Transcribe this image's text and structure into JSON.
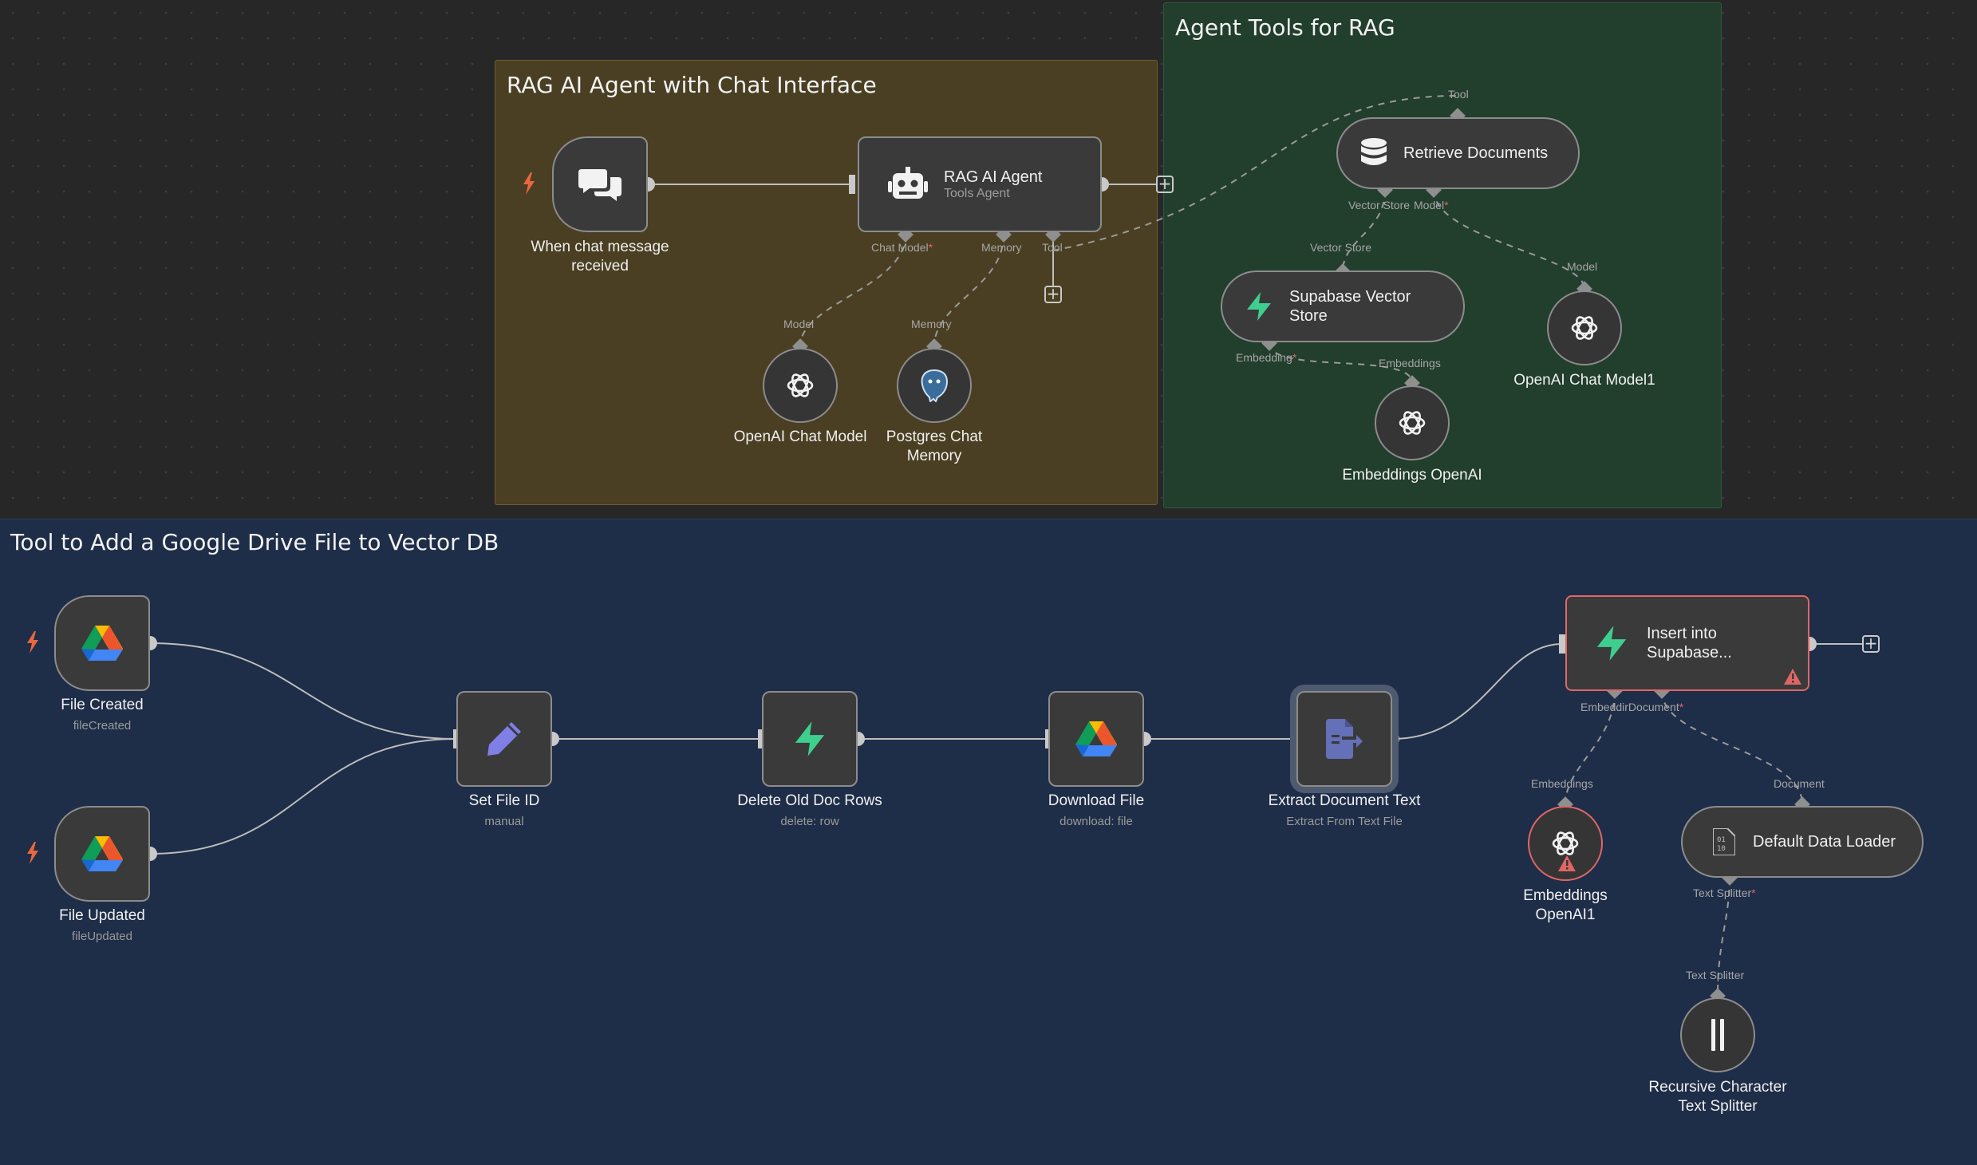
{
  "stickies": {
    "rag_agent": "RAG AI Agent with Chat Interface",
    "agent_tools": "Agent Tools for RAG",
    "gdrive_tool": "Tool to Add a Google Drive File to Vector DB"
  },
  "nodes": {
    "chat_trigger": {
      "label_line1": "When chat message",
      "label_line2": "received",
      "icon": "chat-bubbles-icon"
    },
    "rag_agent": {
      "title": "RAG AI Agent",
      "subtitle": "Tools Agent",
      "icon": "robot-icon"
    },
    "openai_chat_model": {
      "label": "OpenAI Chat Model",
      "icon": "openai-icon"
    },
    "postgres_memory": {
      "label_line1": "Postgres Chat",
      "label_line2": "Memory",
      "icon": "postgres-icon"
    },
    "retrieve_documents": {
      "title": "Retrieve Documents",
      "icon": "database-icon"
    },
    "supabase_vector_store": {
      "title_line1": "Supabase Vector",
      "title_line2": "Store",
      "icon": "supabase-icon"
    },
    "openai_chat_model1": {
      "label": "OpenAI Chat Model1",
      "icon": "openai-icon"
    },
    "embeddings_openai": {
      "label": "Embeddings OpenAI",
      "icon": "openai-icon"
    },
    "file_created": {
      "label": "File Created",
      "subtitle": "fileCreated",
      "icon": "google-drive-icon"
    },
    "file_updated": {
      "label": "File Updated",
      "subtitle": "fileUpdated",
      "icon": "google-drive-icon"
    },
    "set_file_id": {
      "label": "Set File ID",
      "subtitle": "manual",
      "icon": "pencil-icon"
    },
    "delete_old_rows": {
      "label": "Delete Old Doc Rows",
      "subtitle": "delete: row",
      "icon": "supabase-icon"
    },
    "download_file": {
      "label": "Download File",
      "subtitle": "download: file",
      "icon": "google-drive-icon"
    },
    "extract_text": {
      "label": "Extract Document Text",
      "subtitle": "Extract From Text File",
      "icon": "file-export-icon"
    },
    "insert_supabase": {
      "title_line1": "Insert into",
      "title_line2": "Supabase...",
      "icon": "supabase-icon"
    },
    "embeddings_openai1": {
      "label_line1": "Embeddings",
      "label_line2": "OpenAI1",
      "icon": "openai-icon"
    },
    "default_data_loader": {
      "title": "Default Data Loader",
      "icon": "binary-file-icon"
    },
    "recursive_splitter": {
      "label_line1": "Recursive Character",
      "label_line2": "Text Splitter",
      "icon": "splitter-icon"
    }
  },
  "ports": {
    "chat_model": "Chat Model",
    "memory": "Memory",
    "tool": "Tool",
    "model": "Model",
    "vector_store": "Vector Store",
    "embedding": "Embedding",
    "embeddings": "Embeddings",
    "document": "Document",
    "text_splitter": "Text Splitter",
    "embedding_short": "Embeddir",
    "required_mark": "*"
  },
  "colors": {
    "canvas_bg": "#272727",
    "sticky_yellow": "#4a3f22",
    "sticky_green": "#223e2d",
    "sticky_blue": "#1e2d48",
    "node_border": "#8c8c8c",
    "error_border": "#e06666",
    "trigger_bolt": "#e8673f",
    "supabase_green": "#3ecf8e",
    "pencil_purple": "#7f7fe6"
  }
}
